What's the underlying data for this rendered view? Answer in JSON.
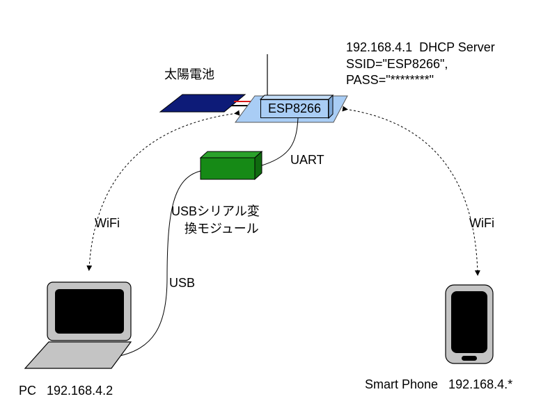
{
  "solar_panel_label": "太陽電池",
  "esp_module_label": "ESP8266",
  "server_info": {
    "line1": "192.168.4.1  DHCP Server",
    "line2": "SSID=\"ESP8266\",",
    "line3": "PASS=\"********\""
  },
  "uart_label": "UART",
  "usb_serial_label_line1": "USBシリアル変",
  "usb_serial_label_line2": "換モジュール",
  "usb_label": "USB",
  "wifi_left_label": "WiFi",
  "wifi_right_label": "WiFi",
  "pc_label": "PC   192.168.4.2",
  "smartphone_label": "Smart Phone   192.168.4.*",
  "colors": {
    "solar_panel": "#0d1b78",
    "esp_board": "#a9cdf5",
    "usb_module": "#168a16",
    "laptop_body": "#c4c4c4",
    "screen": "#000000"
  }
}
